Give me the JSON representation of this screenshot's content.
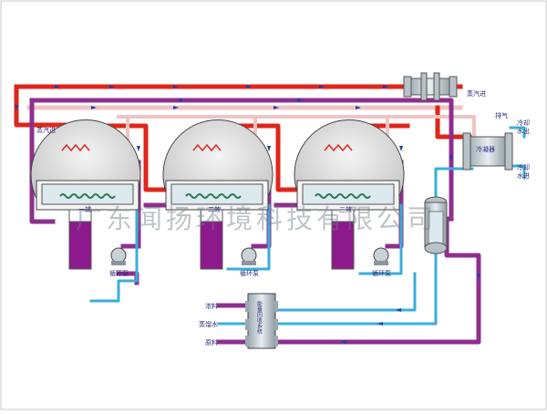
{
  "labels": {
    "steam_in_top": "蒸汽进",
    "steam_in_left": "蒸汽进",
    "exhaust": "排气",
    "condenser": "冷凝器",
    "cooling_water_out_1": "冷却",
    "cooling_water_out_2": "水出",
    "cooling_water_in_1": "冷却",
    "cooling_water_in_2": "水进",
    "effect_1": "一效",
    "effect_2": "二效",
    "effect_3": "三效",
    "pump_1": "循环泵",
    "pump_2": "循环泵",
    "pump_3": "循环泵",
    "concentrate": "浓料",
    "distilled_water": "蒸馏水",
    "raw_material": "原料",
    "heat_recovery_system": "能量回收系统"
  },
  "watermark": "广东闻扬环境科技有限公司",
  "colors": {
    "steam": "#e0251b",
    "vapor": "#efc4c4",
    "material": "#8e2f8e",
    "water": "#3aaed8",
    "vessel": "#d9d9d9",
    "sump": "#8c1a8c"
  }
}
